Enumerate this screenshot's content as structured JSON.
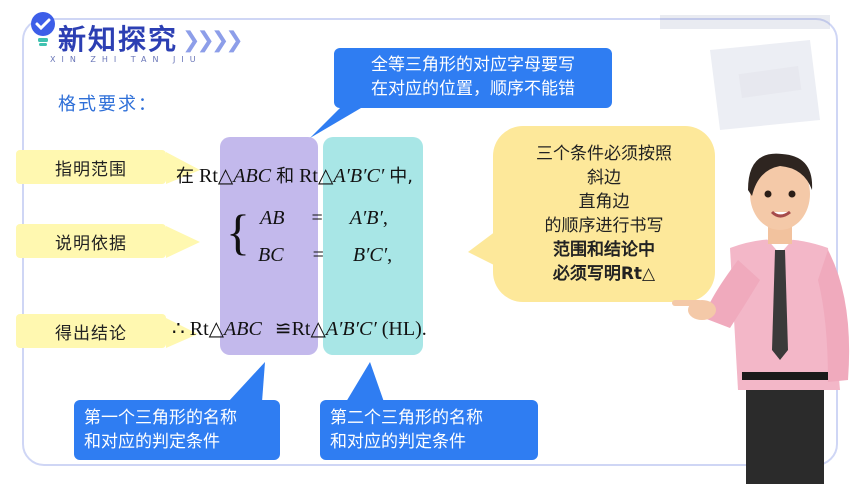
{
  "header": {
    "title": "新知探究",
    "pinyin": "XIN ZHI TAN JIU",
    "chevrons": "❯❯❯❯"
  },
  "format_label": "格式要求：",
  "labels": {
    "scope": "指明范围",
    "basis": "说明依据",
    "conclusion": "得出结论"
  },
  "callouts": {
    "top": [
      "全等三角形的对应字母要写",
      "在对应的位置，顺序不能错"
    ],
    "left": [
      "第一个三角形的名称",
      "和对应的判定条件"
    ],
    "right": [
      "第二个三角形的名称",
      "和对应的判定条件"
    ],
    "rules": [
      "三个条件必须按照",
      "斜边",
      "直角边",
      "的顺序进行书写",
      "范围和结论中",
      "必须写明Rt△"
    ]
  },
  "math": {
    "line1": {
      "pre": "在",
      "t1": "Rt△",
      "t1v": "ABC",
      "mid": "和",
      "t2": "Rt△",
      "t2v": "A′B′C′",
      "post": "中,"
    },
    "eq1": {
      "left": "AB",
      "op": "=",
      "right": "A′B′",
      "tail": ","
    },
    "eq2": {
      "left": "BC",
      "op": "=",
      "right": "B′C′",
      "tail": ","
    },
    "line3": {
      "therefore": "∴",
      "t1": "Rt△",
      "t1v": "ABC",
      "cong": "≌",
      "t2": "Rt△",
      "t2v": "A′B′C′",
      "reason": "(HL)."
    }
  }
}
